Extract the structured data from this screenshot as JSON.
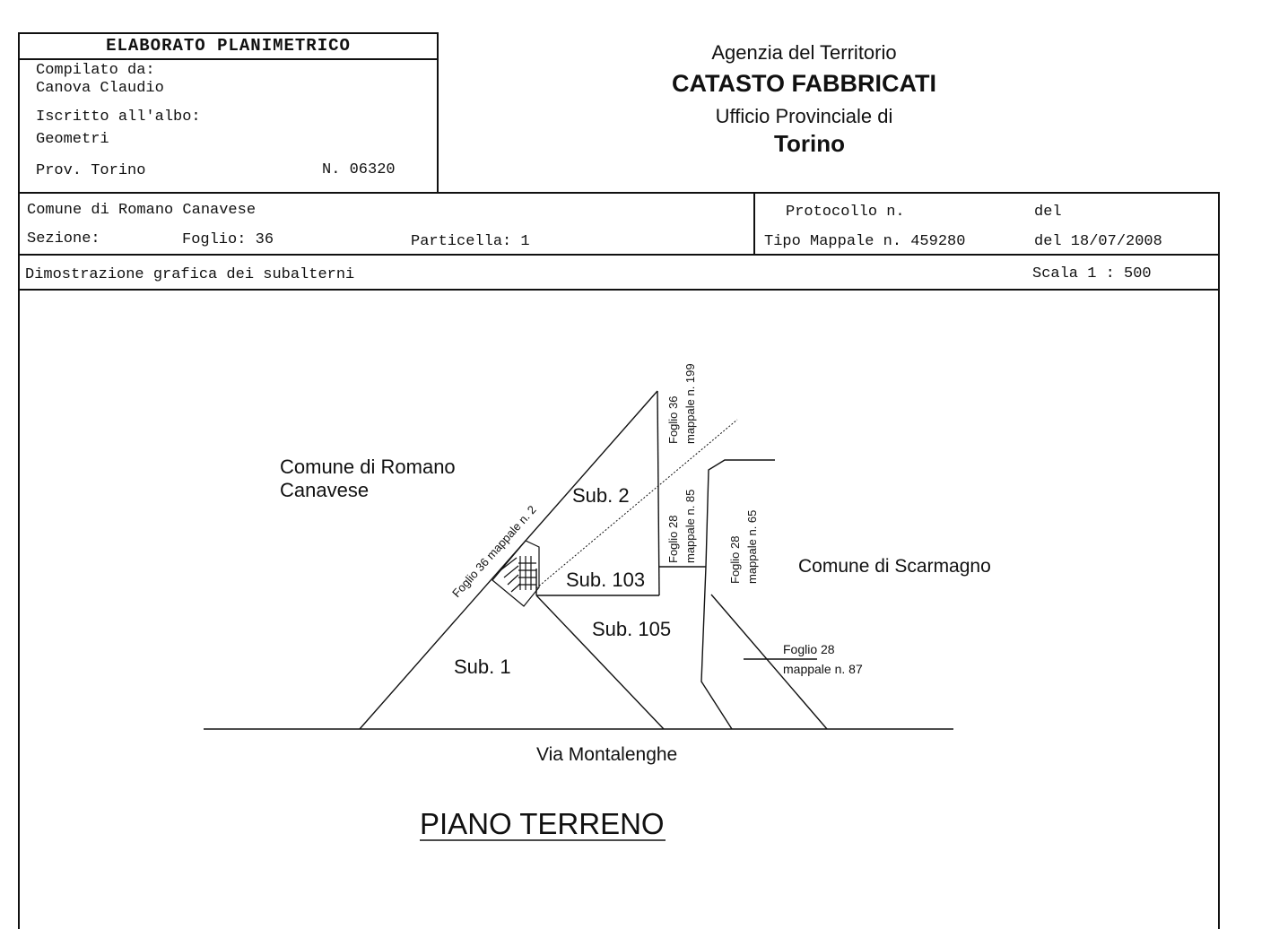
{
  "header_box": {
    "title": "ELABORATO PLANIMETRICO",
    "compiled_by_label": "Compilato da:",
    "compiled_by_name": "Canova Claudio",
    "register_label": "Iscritto all'albo:",
    "register_value": "Geometri",
    "province": "Prov. Torino",
    "number": "N. 06320"
  },
  "agency": {
    "line1": "Agenzia del Territorio",
    "line2": "CATASTO FABBRICATI",
    "line3": "Ufficio Provinciale di",
    "line4": "Torino"
  },
  "info": {
    "comune": "Comune di Romano Canavese",
    "sezione_label": "Sezione:",
    "foglio": "Foglio: 36",
    "particella": "Particella: 1",
    "protocollo_label": "Protocollo n.",
    "del1": "del",
    "tipo_mappale": "Tipo Mappale n. 459280",
    "del2": "del 18/07/2008",
    "description": "Dimostrazione grafica dei subalterni",
    "scale": "Scala 1 : 500"
  },
  "plan": {
    "comune_romano_l1": "Comune di Romano",
    "comune_romano_l2": "Canavese",
    "comune_scarmagno": "Comune di Scarmagno",
    "sub2": "Sub. 2",
    "sub103": "Sub. 103",
    "sub105": "Sub. 105",
    "sub1": "Sub. 1",
    "street": "Via Montalenghe",
    "floor": "PIANO TERRENO",
    "f36_m2": "Foglio 36 mappale n. 2",
    "f36_199_a": "Foglio 36",
    "f36_199_b": "mappale n. 199",
    "f28_85_a": "Foglio 28",
    "f28_85_b": "mappale n. 85",
    "f28_65_a": "Foglio 28",
    "f28_65_b": "mappale n. 65",
    "f28_87_a": "Foglio 28",
    "f28_87_b": "mappale n. 87"
  }
}
